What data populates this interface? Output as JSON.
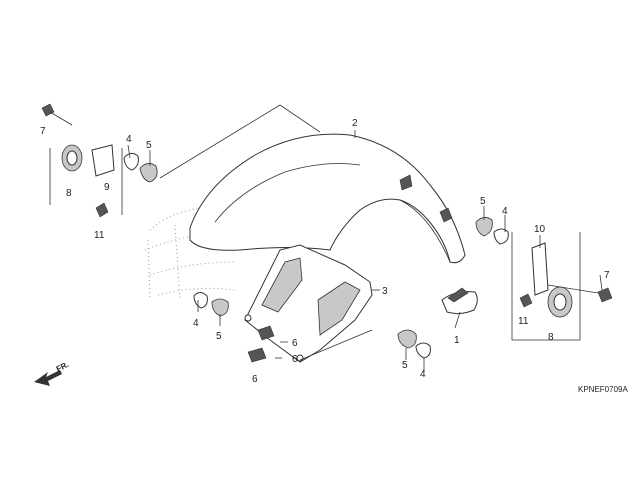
{
  "diagram": {
    "callouts": {
      "p2": "2",
      "p1": "1",
      "p3": "3",
      "p4_tl": "4",
      "p5_tl": "5",
      "p7_tl": "7",
      "p8_l": "8",
      "p9": "9",
      "p11_l": "11",
      "p5_r": "5",
      "p4_r": "4",
      "p10": "10",
      "p7_r": "7",
      "p11_r": "11",
      "p8_r": "8",
      "p4_ml": "4",
      "p5_ml": "5",
      "p6_a": "6",
      "p6_b": "6",
      "p5_b": "5",
      "p4_b": "4"
    },
    "direction_label": "FR.",
    "diagram_code": "KPNEF0709A"
  }
}
